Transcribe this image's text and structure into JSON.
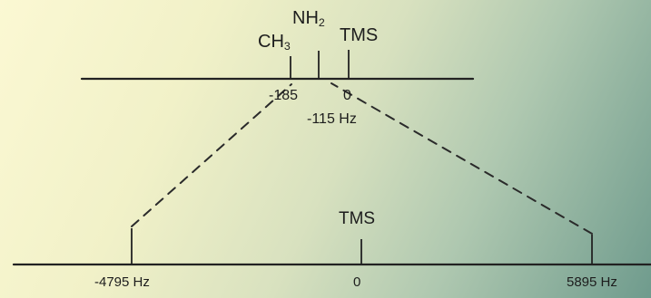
{
  "diagram": {
    "top_scale": {
      "labels": {
        "ch3": {
          "base": "CH",
          "sub": "3"
        },
        "nh2": {
          "base": "NH",
          "sub": "2"
        },
        "tms": "TMS"
      },
      "ticks": {
        "ch3": "-185",
        "tms": "0",
        "nh2": "-115 Hz"
      }
    },
    "bottom_scale": {
      "labels": {
        "tms": "TMS"
      },
      "ticks": {
        "left": "-4795 Hz",
        "center": "0",
        "right": "5895 Hz"
      }
    }
  }
}
